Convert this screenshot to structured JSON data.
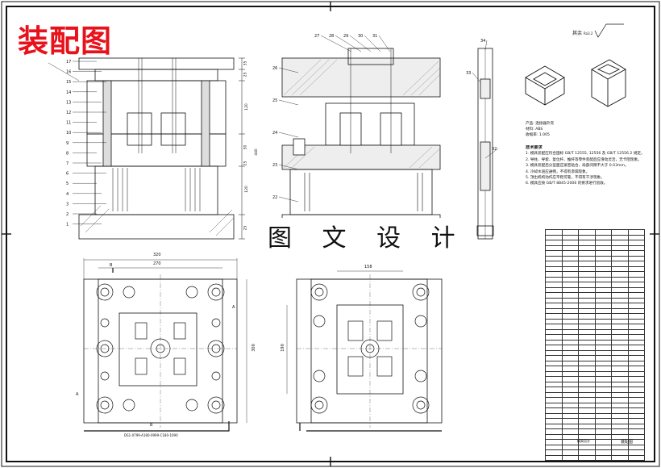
{
  "stamp": "装配图",
  "watermark": "图 文 设 计",
  "roughness": "其余",
  "roughness_value": "Ra3.2",
  "plan_dims": {
    "overall_width": "320",
    "inner_width": "270",
    "height": "300"
  },
  "mid_dim": "158",
  "mid_vdim": "190",
  "section_tags": [
    "A",
    "A",
    "B",
    "B"
  ],
  "front_vdims": [
    "35",
    "25",
    "120",
    "50",
    "25",
    "440",
    "120",
    "25"
  ],
  "left_balloons": [
    "17",
    "16",
    "15",
    "14",
    "13",
    "12",
    "11",
    "10",
    "9",
    "8",
    "7",
    "6",
    "5",
    "4",
    "3",
    "2",
    "1"
  ],
  "mid_balloons": [
    "27",
    "28",
    "29",
    "30",
    "31",
    "26",
    "25",
    "24",
    "23",
    "22"
  ],
  "right_balloons": [
    "34",
    "33",
    "32"
  ],
  "plan_caption": "DS1-0799-A180-0999-C180-1090",
  "material": [
    "产品: 连接器外壳",
    "材料: ABS",
    "收缩率: 1.005"
  ],
  "notes_title": "技术要求",
  "notes": [
    "1. 模具装配应符合国标 GB/T 12555, 12556 及 GB/T 12556.2 规定。",
    "2. 导柱、导套、复位杆、推杆等零件装配后应滑动灵活，无卡阻现象。",
    "3. 模具装配后分型面应紧密贴合，局部间隙不大于 0.03mm。",
    "4. 冷却水道应通畅，不得有渗漏现象。",
    "5. 顶出机构动作应平稳可靠，不得有干涉现象。",
    "6. 模具应按 GB/T 8845-2006 的要求进行验收。"
  ],
  "title_block": {
    "name": "装配图",
    "school": "模具设计"
  }
}
